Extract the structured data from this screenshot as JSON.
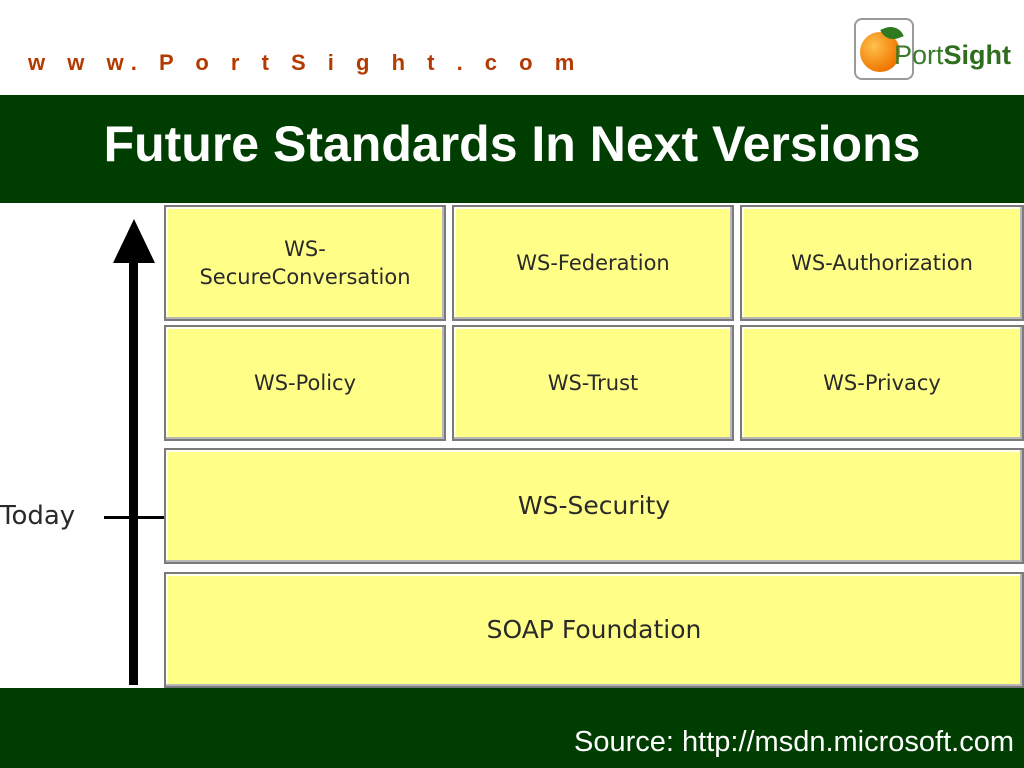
{
  "header": {
    "site_url": "w w w. P o r t S i g h t . c o m",
    "logo": {
      "text_light": "Port",
      "text_bold": "Sight",
      "icon": "orange-fruit-icon"
    }
  },
  "title": "Future Standards In Next Versions",
  "diagram": {
    "boxes": {
      "ws_secure_conversation": "WS-\nSecureConversation",
      "ws_federation": "WS-Federation",
      "ws_authorization": "WS-Authorization",
      "ws_policy": "WS-Policy",
      "ws_trust": "WS-Trust",
      "ws_privacy": "WS-Privacy",
      "ws_security": "WS-Security",
      "soap_foundation": "SOAP Foundation"
    },
    "today_label": "Today"
  },
  "footer": {
    "source": "Source: http://msdn.microsoft.com"
  },
  "colors": {
    "header_bg": "#ffffff",
    "title_bar_bg": "#003d00",
    "box_fill": "#ffff88",
    "box_border": "#7a7a7a",
    "url_text": "#b33a00"
  }
}
